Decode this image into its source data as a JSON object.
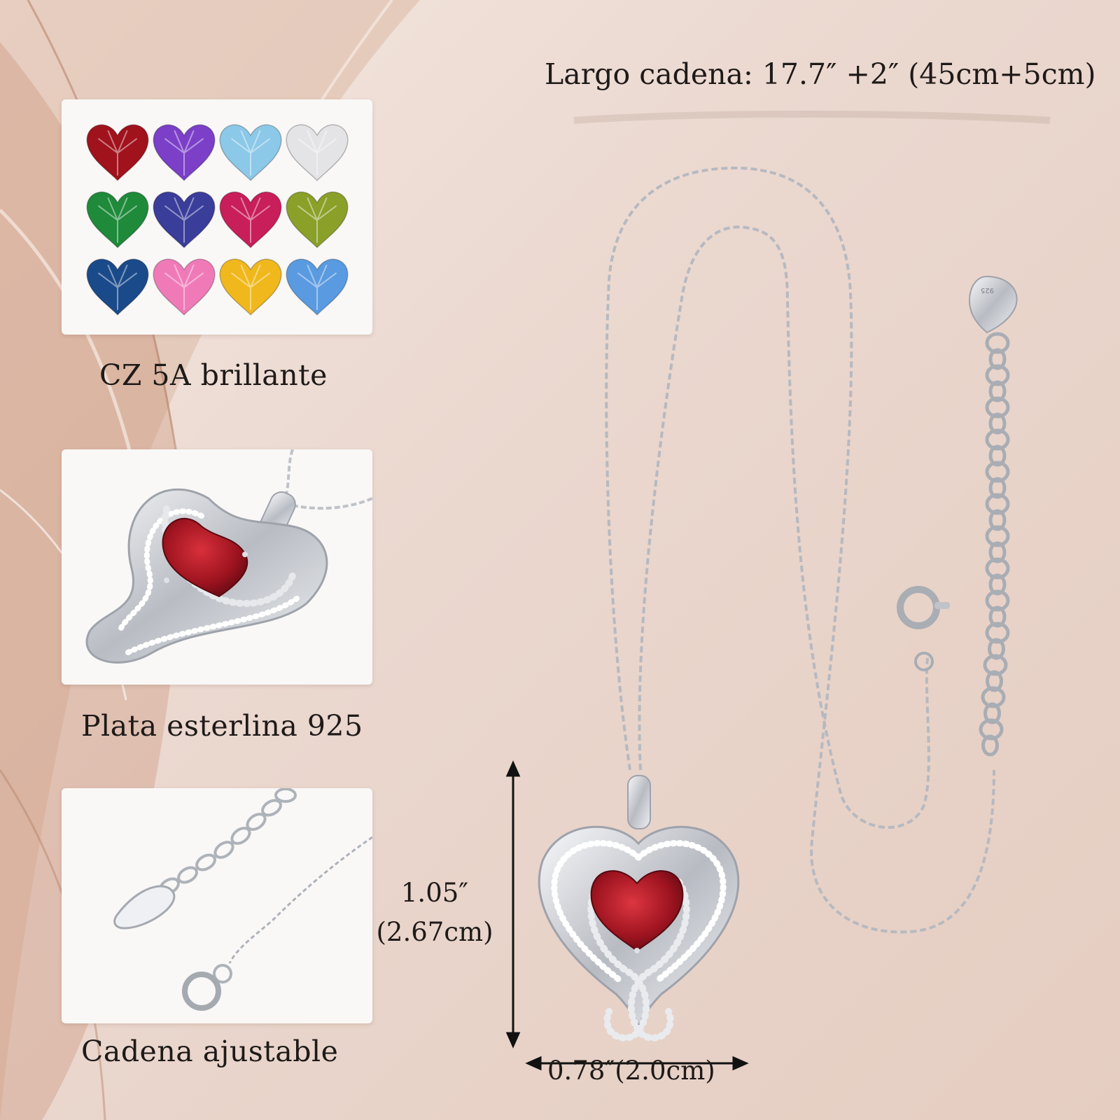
{
  "chain_length_label": "Largo cadena: 17.7″ +2″ (45cm+5cm)",
  "features": [
    {
      "caption": "CZ 5A brillante"
    },
    {
      "caption": "Plata esterlina 925"
    },
    {
      "caption": "Cadena ajustable"
    }
  ],
  "dimensions": {
    "height_in": "1.05″",
    "height_cm": "(2.67cm)",
    "width": "0.78″(2.0cm)"
  },
  "gem_colors": [
    "#a0121c",
    "#7b3fc8",
    "#8cc8e8",
    "#e4e4e6",
    "#1e8a3a",
    "#3a3d9a",
    "#c81e5a",
    "#8aa028",
    "#1a4a8a",
    "#f07ab8",
    "#f0b81c",
    "#5a9ae0"
  ],
  "tag_text": "925",
  "colors": {
    "silver": "#c9ccd2",
    "garnet": "#9e1420",
    "text": "#1e1a18"
  }
}
